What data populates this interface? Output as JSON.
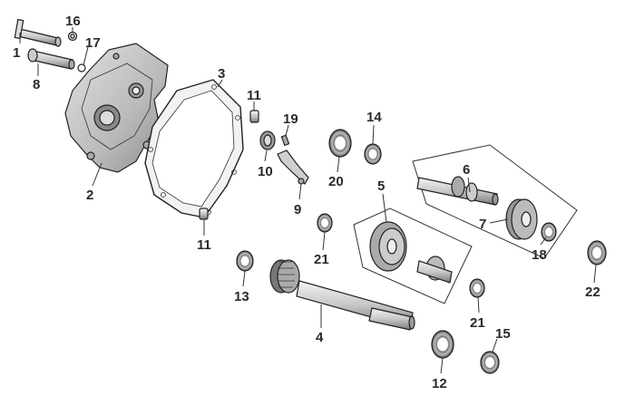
{
  "diagram": {
    "labels": {
      "p1": "1",
      "p2": "2",
      "p3": "3",
      "p4": "4",
      "p5": "5",
      "p6": "6",
      "p7": "7",
      "p8": "8",
      "p9": "9",
      "p10": "10",
      "p11a": "11",
      "p11b": "11",
      "p12": "12",
      "p13": "13",
      "p14": "14",
      "p15": "15",
      "p16": "16",
      "p17": "17",
      "p18": "18",
      "p19": "19",
      "p20": "20",
      "p21a": "21",
      "p21b": "21",
      "p22": "22"
    }
  }
}
